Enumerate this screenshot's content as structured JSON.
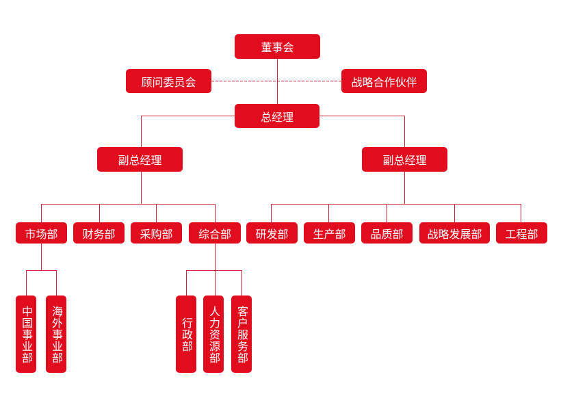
{
  "org": {
    "board": "董事会",
    "advisory": "顾问委员会",
    "partners": "战略合作伙伴",
    "gm": "总经理",
    "vgm_left": "副总经理",
    "vgm_right": "副总经理",
    "dept_market": "市场部",
    "dept_finance": "财务部",
    "dept_purchase": "采购部",
    "dept_general": "综合部",
    "dept_rd": "研发部",
    "dept_production": "生产部",
    "dept_quality": "品质部",
    "dept_strategy": "战略发展部",
    "dept_engineering": "工程部",
    "sub_china": "中国事业部",
    "sub_overseas": "海外事业部",
    "sub_admin": "行政部",
    "sub_hr": "人力资源部",
    "sub_cs": "客户服务部"
  },
  "colors": {
    "node": "#e10c1e",
    "line": "#d6213a",
    "text": "#ffffff"
  }
}
